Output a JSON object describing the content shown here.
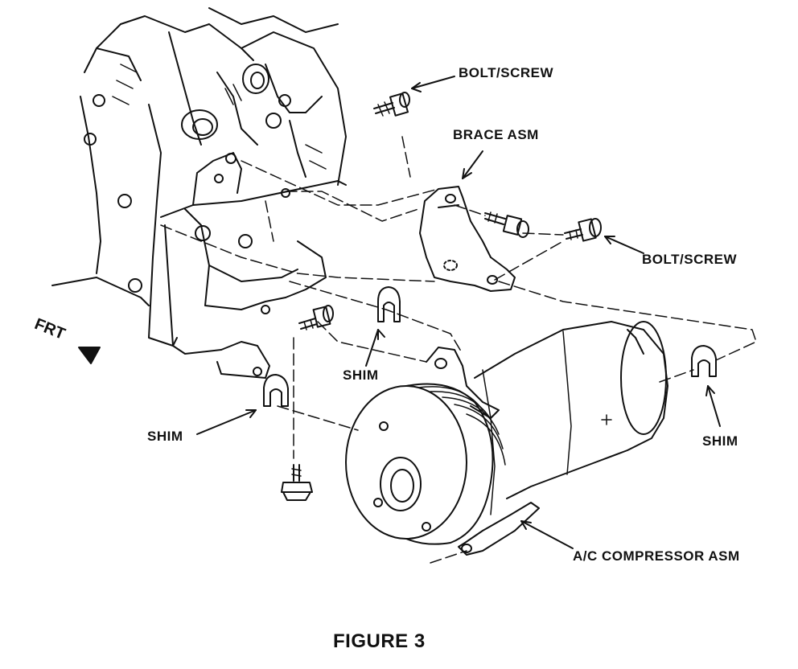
{
  "labels": {
    "bolt_screw_top": "BOLT/SCREW",
    "brace_asm": "BRACE ASM",
    "bolt_screw_right": "BOLT/SCREW",
    "frt": "FRT",
    "shim_center": "SHIM",
    "shim_left": "SHIM",
    "shim_right": "SHIM",
    "ac_compressor_asm": "A/C COMPRESSOR ASM"
  },
  "caption": "FIGURE 3",
  "colors": {
    "ink": "#111111",
    "paper": "#ffffff"
  }
}
